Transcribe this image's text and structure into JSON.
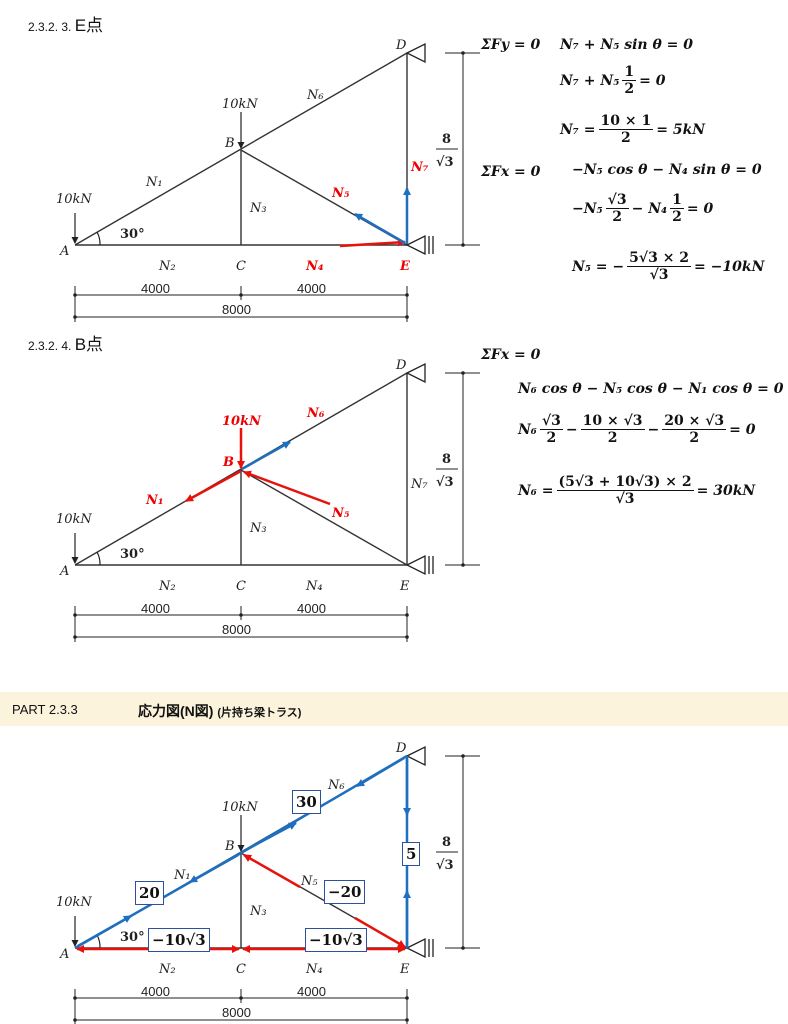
{
  "section1": {
    "heading_num": "2.3.2. 3.",
    "heading_title": "E点"
  },
  "section2": {
    "heading_num": "2.3.2. 4.",
    "heading_title": "B点"
  },
  "part": {
    "number": "PART 2.3.3",
    "title": "応力図(N図)",
    "subtitle": "(片持ち梁トラス)"
  },
  "truss": {
    "nodes": {
      "A": "A",
      "B": "B",
      "C": "C",
      "D": "D",
      "E": "E"
    },
    "members": {
      "N1": "N₁",
      "N2": "N₂",
      "N3": "N₃",
      "N4": "N₄",
      "N5": "N₅",
      "N6": "N₆",
      "N7": "N₇"
    },
    "load": "10kN",
    "angle": "30°",
    "dims": {
      "left": "4000",
      "right": "4000",
      "total": "8000",
      "height_num": "8",
      "height_den": "√3"
    }
  },
  "colors": {
    "tension": "#1f6fc0",
    "compression": "#e8120c",
    "box": "#2f4f9f"
  },
  "equations1": {
    "fy_label": "ΣFy = 0",
    "fy_1": "N₇ + N₅ sin θ = 0",
    "fy_2_a": "N₇ + N₅",
    "fy_2_num": "1",
    "fy_2_den": "2",
    "fy_2_b": "= 0",
    "fy_3_a": "N₇ =",
    "fy_3_num": "10 × 1",
    "fy_3_den": "2",
    "fy_3_b": "= 5kN",
    "fx_label": "ΣFx = 0",
    "fx_1": "−N₅ cos θ − N₄ sin θ = 0",
    "fx_2_a": "−N₅",
    "fx_2_num1": "√3",
    "fx_2_den1": "2",
    "fx_2_b": "− N₄",
    "fx_2_num2": "1",
    "fx_2_den2": "2",
    "fx_2_c": "= 0",
    "fx_3_a": "N₅ = −",
    "fx_3_num": "5√3 × 2",
    "fx_3_den": "√3",
    "fx_3_b": "= −10kN"
  },
  "equations2": {
    "fx_label": "ΣFx = 0",
    "l1": "N₆ cos θ − N₅ cos θ − N₁ cos θ = 0",
    "l2_a": "N₆",
    "l2_num1": "√3",
    "l2_den1": "2",
    "l2_m1": "−",
    "l2_num2": "10 × √3",
    "l2_den2": "2",
    "l2_m2": "−",
    "l2_num3": "20 × √3",
    "l2_den3": "2",
    "l2_b": "= 0",
    "l3_a": "N₆ =",
    "l3_num": "(5√3 + 10√3) × 2",
    "l3_den": "√3",
    "l3_b": "= 30kN"
  },
  "results": {
    "N6": "30",
    "N1": "20",
    "N2": "−10√3",
    "N7": "5",
    "N5": "−20",
    "N4": "−10√3"
  }
}
